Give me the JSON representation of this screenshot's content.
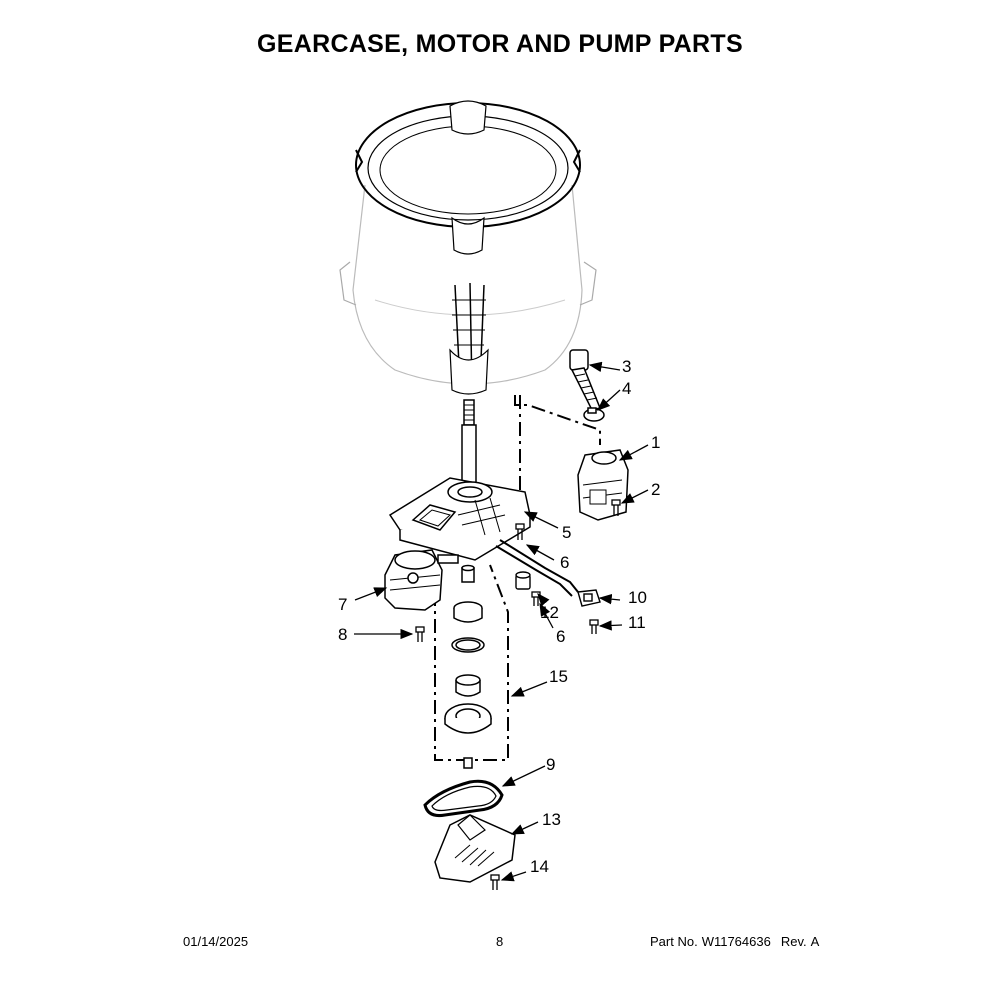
{
  "title": "GEARCASE, MOTOR AND PUMP PARTS",
  "callouts": {
    "c1": "1",
    "c2": "2",
    "c3": "3",
    "c4": "4",
    "c5": "5",
    "c6a": "6",
    "c6b": "6",
    "c7": "7",
    "c8": "8",
    "c9": "9",
    "c10": "10",
    "c11": "11",
    "c12": "12",
    "c13": "13",
    "c14": "14",
    "c15": "15"
  },
  "footer": {
    "date": "01/14/2025",
    "page": "8",
    "part_prefix": "Part No.",
    "part_number": "W11764636",
    "rev_prefix": "Rev.",
    "rev": "A"
  }
}
